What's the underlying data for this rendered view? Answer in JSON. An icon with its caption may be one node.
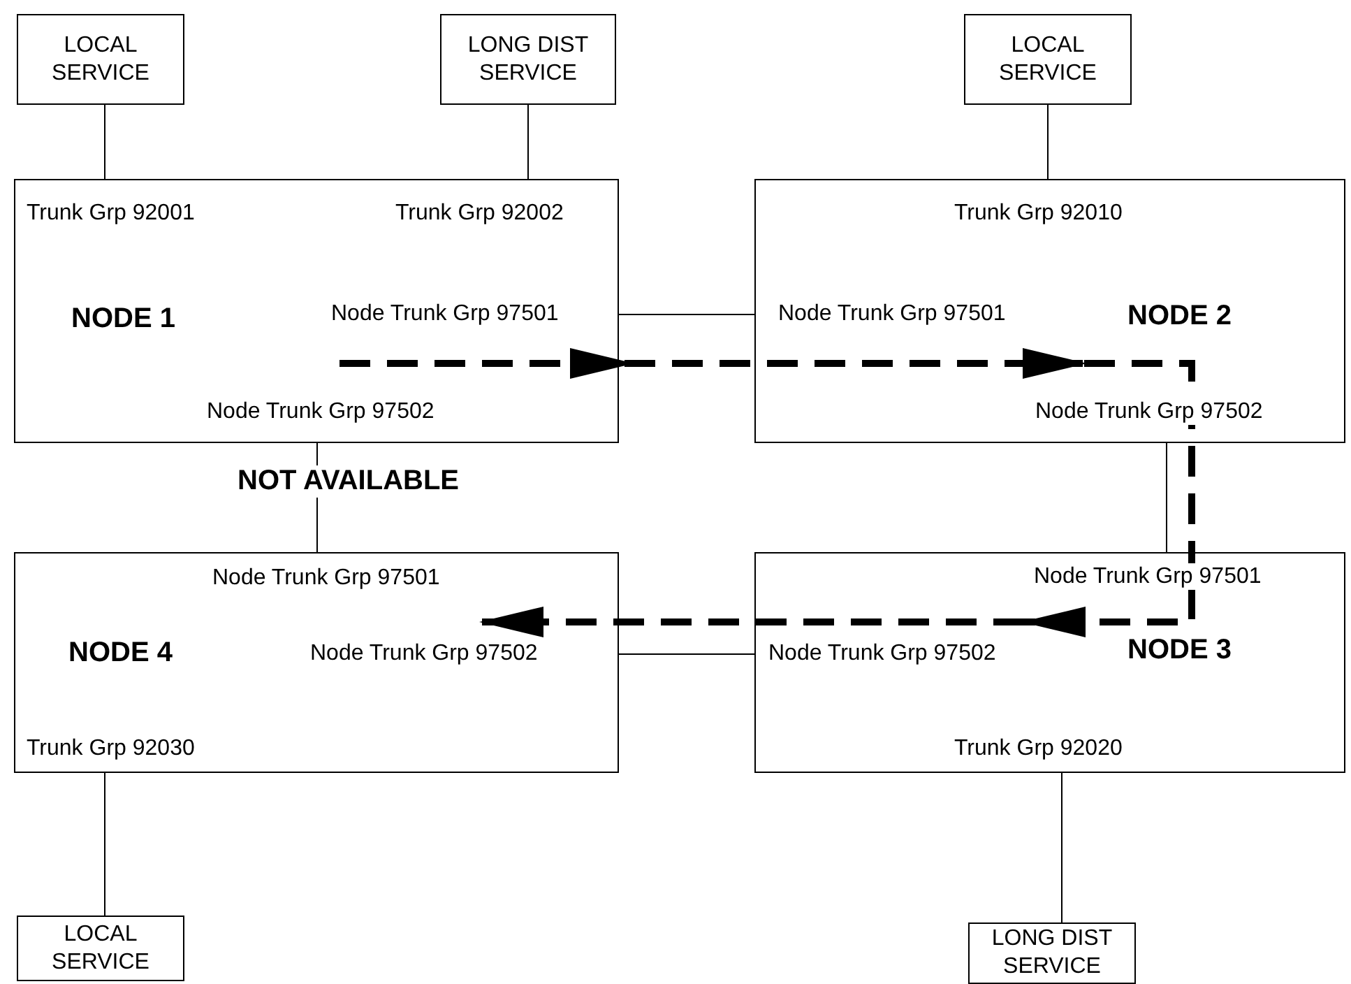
{
  "diagram": {
    "nodes": [
      {
        "text": [
          "LOCAL SERVICE"
        ]
      },
      {
        "text": [
          "LONG DIST SERVICE"
        ]
      },
      {
        "text": [
          "LOCAL SERVICE"
        ]
      },
      {
        "text": [
          "Trunk Grp 92001",
          "Trunk Grp 92002",
          "NODE 1",
          "Node Trunk Grp 97501",
          "Node Trunk Grp 97502"
        ]
      },
      {
        "text": [
          "Trunk Grp 92010",
          "Node Trunk Grp 97501",
          "NODE 2",
          "Node Trunk Grp 97502"
        ]
      },
      {
        "text": [
          "Node Trunk Grp 97501",
          "NODE 4",
          "Node Trunk Grp 97502",
          "Trunk Grp 92030"
        ]
      },
      {
        "text": [
          "Node Trunk Grp 97501",
          "Node Trunk Grp 97502",
          "NODE 3",
          "Trunk Grp 92020"
        ]
      },
      {
        "text": [
          "LOCAL SERVICE"
        ]
      },
      {
        "text": [
          "LONG DIST SERVICE"
        ]
      }
    ],
    "edges": [
      {
        "from": 0,
        "to": 3,
        "arrow": "none"
      },
      {
        "from": 1,
        "to": 3,
        "arrow": "none"
      },
      {
        "from": 2,
        "to": 4,
        "arrow": "none"
      },
      {
        "from": 3,
        "to": 4,
        "arrow": "none"
      },
      {
        "from": 3,
        "to": 5,
        "arrow": "none",
        "label": "NOT AVAILABLE"
      },
      {
        "from": 4,
        "to": 6,
        "arrow": "none"
      },
      {
        "from": 6,
        "to": 5,
        "arrow": "none"
      },
      {
        "from": 5,
        "to": 7,
        "arrow": "none"
      },
      {
        "from": 6,
        "to": 8,
        "arrow": "none"
      },
      {
        "from": 3,
        "to": 4,
        "arrow": "to",
        "style": "dashed"
      },
      {
        "from": 4,
        "to": 6,
        "arrow": "to",
        "style": "dashed"
      },
      {
        "from": 6,
        "to": 5,
        "arrow": "to",
        "style": "dashed"
      }
    ]
  }
}
